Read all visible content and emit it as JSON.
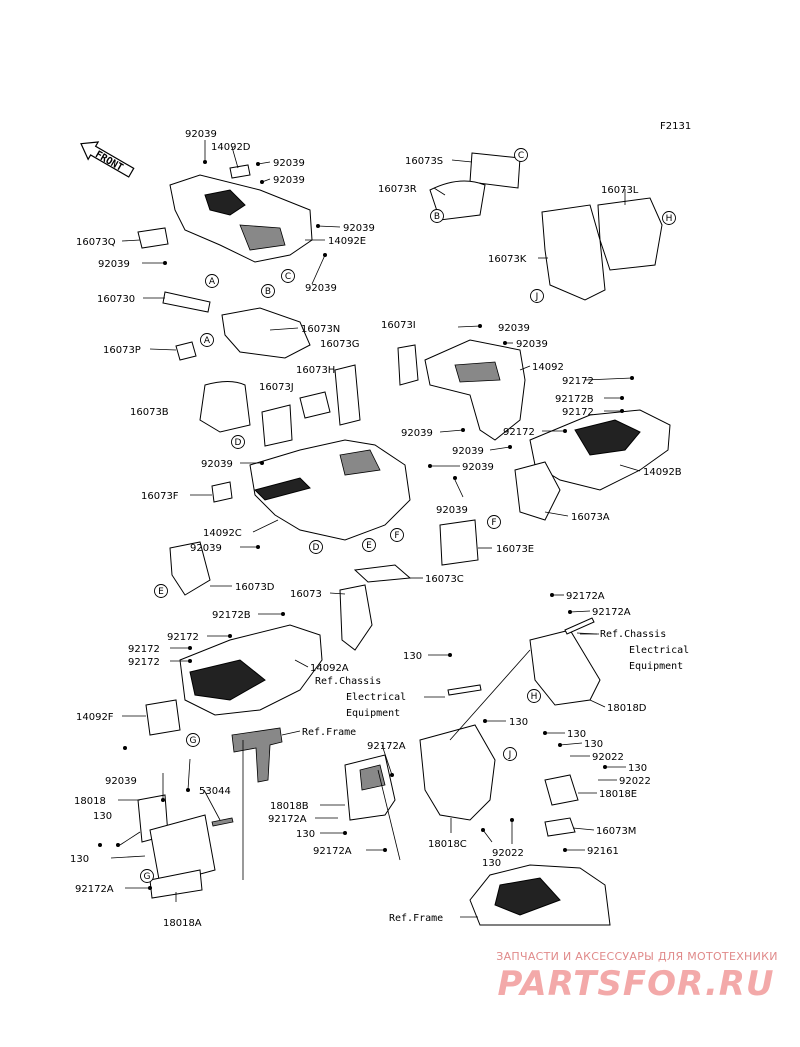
{
  "figure_code": "F2131",
  "front_label": "FRONT",
  "watermark": {
    "tagline": "ЗАПЧАСТИ И АКСЕССУАРЫ ДЛЯ МОТОТЕХНИКИ",
    "logo": "PARTSFOR.RU"
  },
  "labels": [
    "92039",
    "14092D",
    "92039",
    "92039",
    "92039",
    "14092E",
    "16073Q",
    "92039",
    "92039",
    "160730",
    "16073N",
    "16073P",
    "16073S",
    "16073R",
    "16073L",
    "16073K",
    "16073I",
    "92039",
    "92039",
    "14092",
    "16073G",
    "16073H",
    "16073J",
    "16073B",
    "92172",
    "92172B",
    "92172",
    "92039",
    "92039",
    "92172",
    "14092B",
    "92039",
    "92039",
    "16073F",
    "92039",
    "14092C",
    "16073A",
    "92039",
    "16073E",
    "16073D",
    "16073",
    "16073C",
    "92172A",
    "92172A",
    "92172B",
    "92172",
    "92172",
    "92172",
    "14092A",
    "130",
    "18018D",
    "14092F",
    "92039",
    "92172A",
    "130",
    "53044",
    "18018",
    "130",
    "130",
    "92172A",
    "18018A",
    "18018B",
    "92172A",
    "130",
    "92172A",
    "18018C",
    "130",
    "130",
    "92022",
    "130",
    "92022",
    "18018E",
    "16073M",
    "130",
    "92022",
    "92161"
  ],
  "refs": [
    "Ref.Chassis",
    "Electrical",
    "Equipment",
    "Ref.Chassis",
    "Electrical",
    "Equipment",
    "Ref.Frame",
    "Ref.Frame"
  ],
  "letters": [
    "C",
    "B",
    "H",
    "J",
    "A",
    "C",
    "B",
    "A",
    "D",
    "F",
    "E",
    "D",
    "E",
    "H",
    "G",
    "J",
    "G"
  ]
}
